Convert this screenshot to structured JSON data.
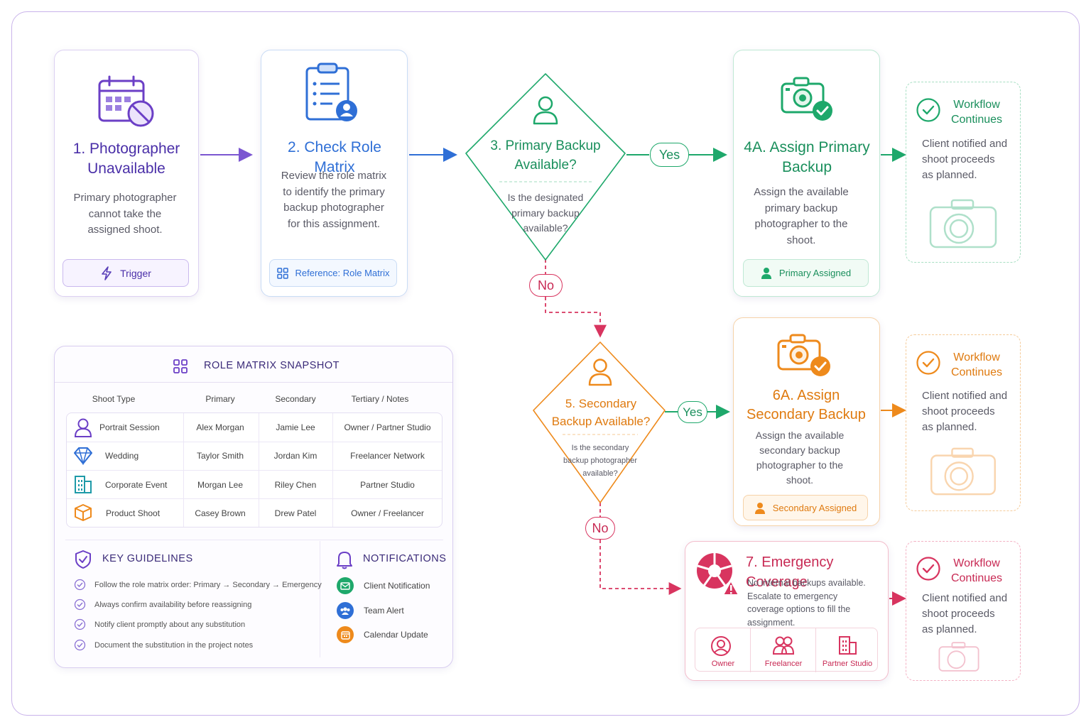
{
  "step1": {
    "title": "1. Photographer Unavailable",
    "body": "Primary photographer cannot take the assigned shoot.",
    "pill": "Trigger"
  },
  "step2": {
    "title": "2. Check Role Matrix",
    "body": "Review the role matrix to identify the primary backup photographer for this assignment.",
    "pill": "Reference: Role Matrix"
  },
  "step3": {
    "title": "3. Primary Backup Available?",
    "body": "Is the designated primary backup available?",
    "yes": "Yes",
    "no": "No"
  },
  "step4a": {
    "title": "4A. Assign Primary Backup",
    "body": "Assign the available primary backup photographer to the shoot.",
    "pill": "Primary Assigned"
  },
  "step5": {
    "title": "5. Secondary Backup Available?",
    "body": "Is the secondary backup photographer available?",
    "yes": "Yes",
    "no": "No"
  },
  "step6a": {
    "title": "6A. Assign Secondary Backup",
    "body": "Assign the available secondary backup photographer to the shoot.",
    "pill": "Secondary Assigned"
  },
  "step7": {
    "title": "7. Emergency Coverage",
    "body": "No internal backups available. Escalate to emergency coverage options to fill the assignment.",
    "options": [
      "Owner",
      "Freelancer",
      "Partner Studio"
    ]
  },
  "workflow": {
    "title": "Workflow Continues",
    "body": "Client notified and shoot proceeds as planned."
  },
  "matrix": {
    "title": "ROLE MATRIX SNAPSHOT",
    "headers": [
      "Shoot Type",
      "Primary",
      "Secondary",
      "Tertiary / Notes"
    ],
    "rows": [
      [
        "Portrait Session",
        "Alex Morgan",
        "Jamie Lee",
        "Owner / Partner Studio"
      ],
      [
        "Wedding",
        "Taylor Smith",
        "Jordan Kim",
        "Freelancer Network"
      ],
      [
        "Corporate Event",
        "Morgan Lee",
        "Riley Chen",
        "Partner Studio"
      ],
      [
        "Product Shoot",
        "Casey Brown",
        "Drew Patel",
        "Owner / Freelancer"
      ]
    ]
  },
  "guidelines": {
    "title": "KEY GUIDELINES",
    "items": [
      "Follow the role matrix order: Primary → Secondary → Emergency",
      "Always confirm availability before reassigning",
      "Notify client promptly about any substitution",
      "Document the substitution in the project notes"
    ]
  },
  "notifications": {
    "title": "NOTIFICATIONS",
    "items": [
      "Client Notification",
      "Team Alert",
      "Calendar Update"
    ]
  },
  "colors": {
    "purple": "#6b3fc6",
    "blue": "#2f6fd6",
    "green": "#1ea86b",
    "orange": "#ee8a1c",
    "pink": "#d8345f"
  }
}
